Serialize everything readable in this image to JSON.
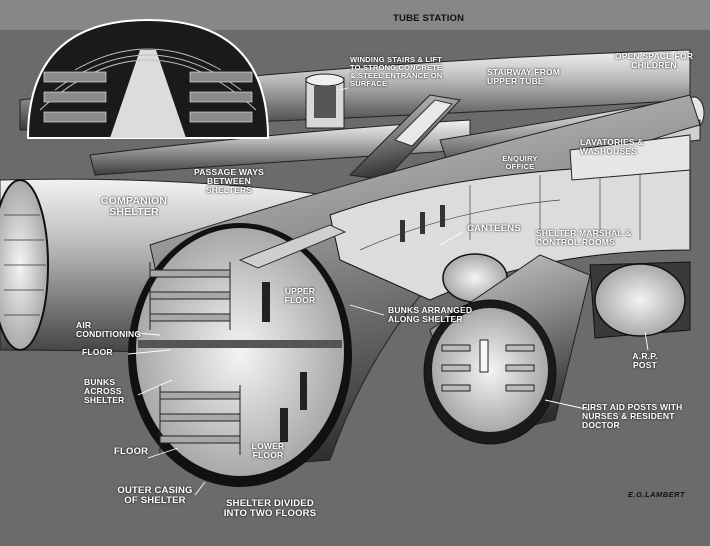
{
  "labels": {
    "tube_station": "TUBE STATION",
    "winding_stairs": "WINDING STAIRS & LIFT TO STRONG CONCRETE & STEEL ENTRANCE ON SURFACE",
    "stairway": "STAIRWAY FROM UPPER TUBE",
    "open_space": "OPEN SPACE FOR CHILDREN",
    "companion_shelter": "COMPANION SHELTER",
    "passage_ways": "PASSAGE WAYS BETWEEN SHELTERS",
    "lavatories": "LAVATORIES & WASHOUSES",
    "enquiry_office": "ENQUIRY OFFICE",
    "canteens": "CANTEENS",
    "shelter_marshal": "SHELTER MARSHAL & CONTROL ROOMS",
    "upper_floor": "UPPER FLOOR",
    "bunks_along": "BUNKS ARRANGED ALONG SHELTER",
    "air_conditioning": "AIR CONDITIONING",
    "floor_upper": "FLOOR",
    "bunks_across": "BUNKS ACROSS SHELTER",
    "lower_floor": "LOWER FLOOR",
    "floor_lower": "FLOOR",
    "arp_post": "A.R.P. POST",
    "first_aid": "FIRST AID POSTS WITH NURSES & RESIDENT DOCTOR",
    "outer_casing": "OUTER CASING OF SHELTER",
    "shelter_divided": "SHELTER DIVIDED INTO TWO FLOORS",
    "signature": "E.G.LAMBERT"
  },
  "colors": {
    "background": "#6e6e6e",
    "tube_light": "#d8d8d8",
    "tube_shade": "#3a3a3a",
    "interior": "#e9e9e9",
    "ink": "#111111",
    "label": "#ffffff"
  }
}
